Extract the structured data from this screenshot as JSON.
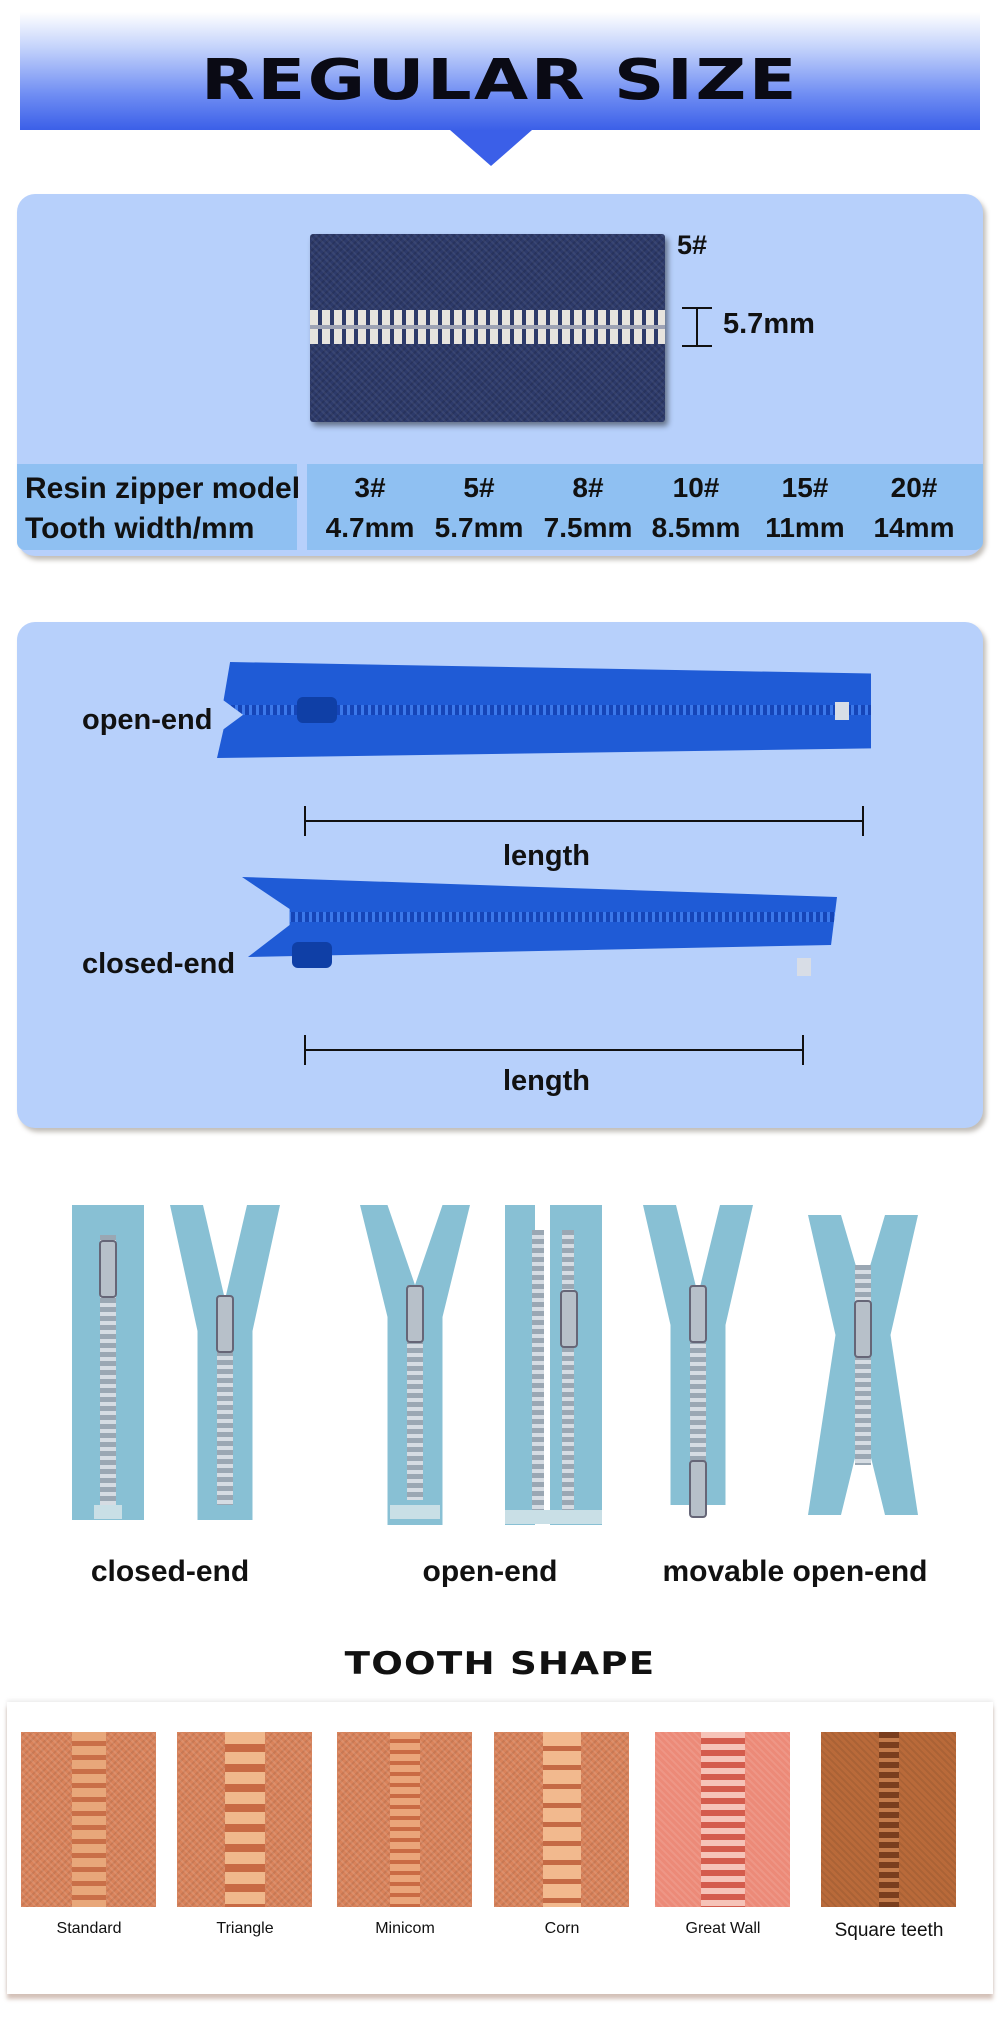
{
  "banner": {
    "title": "REGULAR SIZE"
  },
  "sample": {
    "size": "5#",
    "tooth_width": "5.7mm"
  },
  "spec_table": {
    "row_labels": [
      "Resin zipper model",
      "Tooth width/mm"
    ],
    "models": [
      "3#",
      "5#",
      "8#",
      "10#",
      "15#",
      "20#"
    ],
    "widths": [
      "4.7mm",
      "5.7mm",
      "7.5mm",
      "8.5mm",
      "11mm",
      "14mm"
    ]
  },
  "zipper_types": {
    "open_label": "open-end",
    "closed_label": "closed-end",
    "length_label": "length"
  },
  "diagrams": {
    "labels": [
      "closed-end",
      "open-end",
      "movable open-end"
    ]
  },
  "tooth_shape": {
    "title": "TOOTH SHAPE",
    "shapes": [
      "Standard",
      "Triangle",
      "Minicom",
      "Corn",
      "Great Wall",
      "Square teeth"
    ]
  }
}
